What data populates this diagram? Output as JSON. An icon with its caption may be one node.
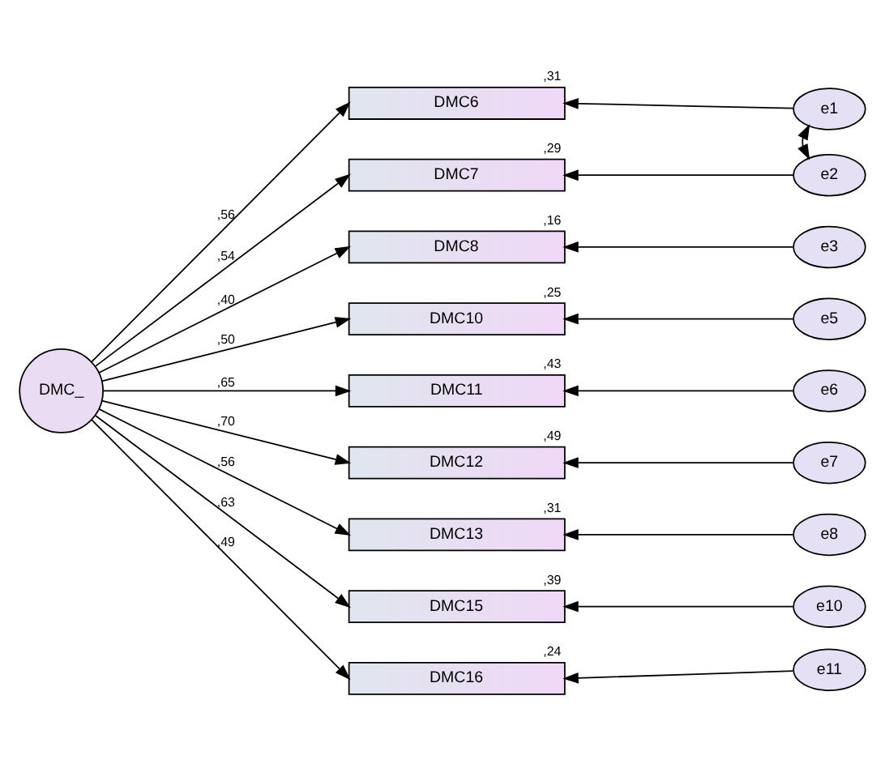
{
  "diagram": {
    "nodes": [
      {
        "text": [
          "DMC_"
        ]
      },
      {
        "text": [
          "DMC6"
        ],
        "beside": [
          ",31"
        ]
      },
      {
        "text": [
          "DMC7"
        ],
        "beside": [
          ",29"
        ]
      },
      {
        "text": [
          "DMC8"
        ],
        "beside": [
          ",16"
        ]
      },
      {
        "text": [
          "DMC10"
        ],
        "beside": [
          ",25"
        ]
      },
      {
        "text": [
          "DMC11"
        ],
        "beside": [
          ",43"
        ]
      },
      {
        "text": [
          "DMC12"
        ],
        "beside": [
          ",49"
        ]
      },
      {
        "text": [
          "DMC13"
        ],
        "beside": [
          ",31"
        ]
      },
      {
        "text": [
          "DMC15"
        ],
        "beside": [
          ",39"
        ]
      },
      {
        "text": [
          "DMC16"
        ],
        "beside": [
          ",24"
        ]
      },
      {
        "text": [
          "e1"
        ]
      },
      {
        "text": [
          "e2"
        ]
      },
      {
        "text": [
          "e3"
        ]
      },
      {
        "text": [
          "e5"
        ]
      },
      {
        "text": [
          "e6"
        ]
      },
      {
        "text": [
          "e7"
        ]
      },
      {
        "text": [
          "e8"
        ]
      },
      {
        "text": [
          "e10"
        ]
      },
      {
        "text": [
          "e11"
        ]
      }
    ],
    "edges": [
      {
        "from": 0,
        "to": 1,
        "arrow": "to",
        "label": ",56"
      },
      {
        "from": 0,
        "to": 2,
        "arrow": "to",
        "label": ",54"
      },
      {
        "from": 0,
        "to": 3,
        "arrow": "to",
        "label": ",40"
      },
      {
        "from": 0,
        "to": 4,
        "arrow": "to",
        "label": ",50"
      },
      {
        "from": 0,
        "to": 5,
        "arrow": "to",
        "label": ",65"
      },
      {
        "from": 0,
        "to": 6,
        "arrow": "to",
        "label": ",70"
      },
      {
        "from": 0,
        "to": 7,
        "arrow": "to",
        "label": ",56"
      },
      {
        "from": 0,
        "to": 8,
        "arrow": "to",
        "label": ",63"
      },
      {
        "from": 0,
        "to": 9,
        "arrow": "to",
        "label": ",49"
      },
      {
        "from": 10,
        "to": 1,
        "arrow": "to"
      },
      {
        "from": 11,
        "to": 2,
        "arrow": "to"
      },
      {
        "from": 12,
        "to": 3,
        "arrow": "to"
      },
      {
        "from": 13,
        "to": 4,
        "arrow": "to"
      },
      {
        "from": 14,
        "to": 5,
        "arrow": "to"
      },
      {
        "from": 15,
        "to": 6,
        "arrow": "to"
      },
      {
        "from": 16,
        "to": 7,
        "arrow": "to"
      },
      {
        "from": 17,
        "to": 8,
        "arrow": "to"
      },
      {
        "from": 18,
        "to": 9,
        "arrow": "to"
      },
      {
        "from": 10,
        "to": 11,
        "arrow": "both"
      }
    ]
  }
}
